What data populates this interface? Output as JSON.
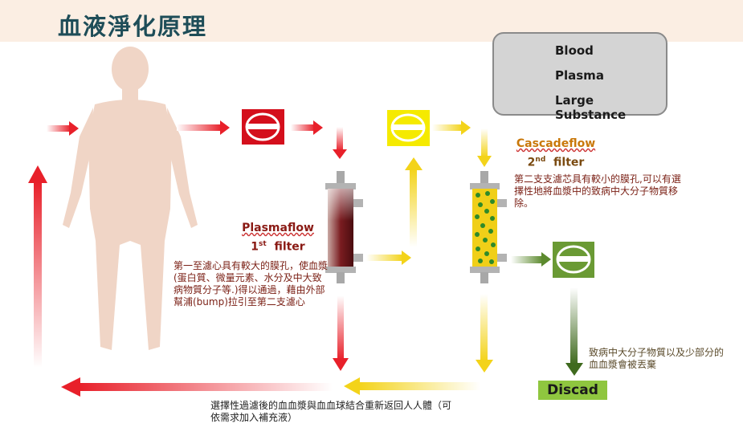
{
  "title": "血液淨化原理",
  "legend": {
    "items": [
      {
        "label": "Blood",
        "color": "#e8202a"
      },
      {
        "label": "Plasma",
        "color": "#f3d31a"
      },
      {
        "label": "Large Substance",
        "color": "#5c8a2e"
      }
    ]
  },
  "filter1": {
    "name": "Plasmaflow",
    "sub_main": "1",
    "sub_sup": "st",
    "sub_word": "filter"
  },
  "filter2": {
    "name": "Cascadeflow",
    "sub_main": "2",
    "sub_sup": "nd",
    "sub_word": "filter"
  },
  "notes": {
    "filter1_desc": "第一至濾心具有較大的膜孔，使血漿(蛋白質、微量元素、水分及中大致病物質分子等.)得以通過，藉由外部幫浦(bump)拉引至第二支濾心",
    "filter2_desc": "第二支支濾芯具有較小的膜孔,可以有選擇性地將血漿中的致病中大分子物質移除。",
    "discard_desc": "致病中大分子物質以及少部分的血血漿會被丟棄",
    "return_desc": "選擇性過濾後的血血漿與血血球結合重新返回人人體（可依需求加入補充液）"
  },
  "discard_label": "Discad",
  "colors": {
    "blood": "#e8202a",
    "plasma": "#f3d31a",
    "large_substance": "#5c8a2e",
    "title": "#1e4d58",
    "title_band": "#fbeee3"
  }
}
